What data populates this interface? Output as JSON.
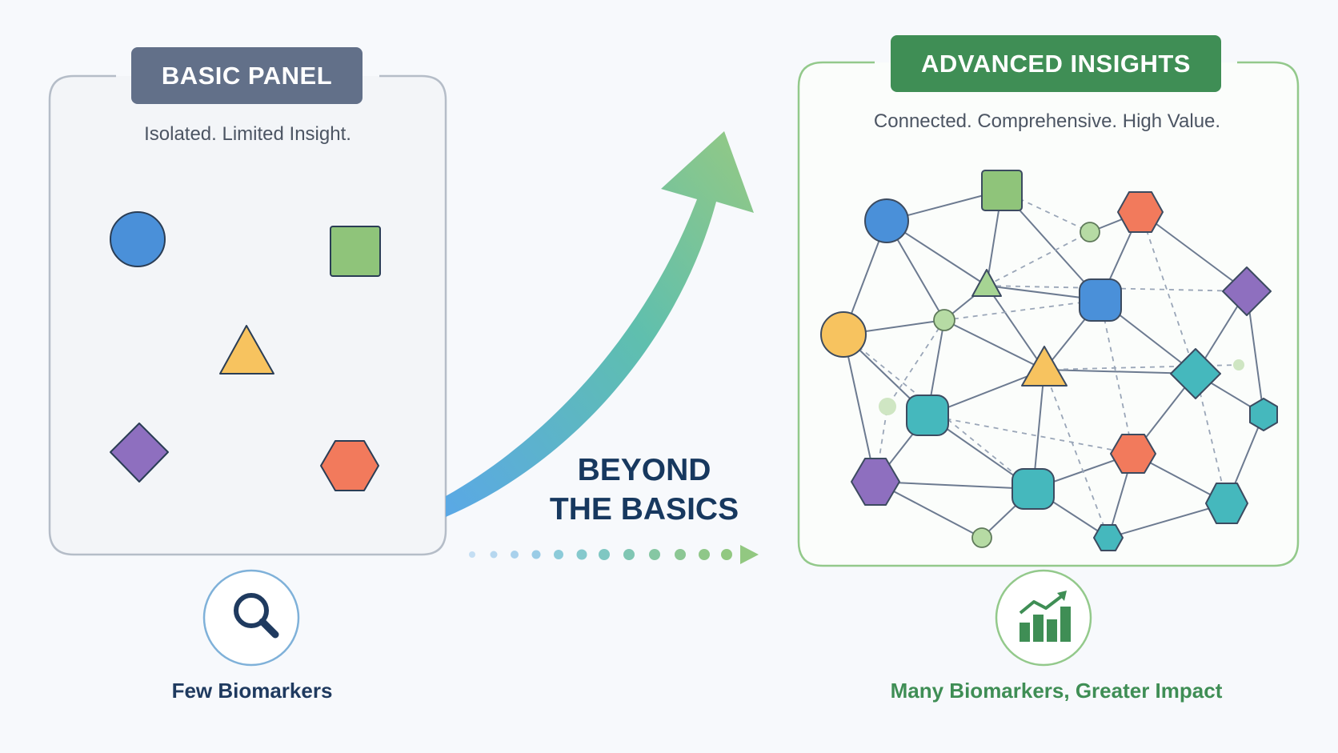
{
  "left_panel": {
    "title": "BASIC PANEL",
    "subtitle": "Isolated. Limited Insight.",
    "footer": "Few Biomarkers",
    "footer_icon": "magnifier-icon"
  },
  "right_panel": {
    "title": "ADVANCED INSIGHTS",
    "subtitle": "Connected. Comprehensive. High Value.",
    "footer": "Many Biomarkers, Greater Impact",
    "footer_icon": "growth-chart-icon"
  },
  "transition": {
    "line1": "BEYOND",
    "line2": "THE BASICS"
  },
  "colors": {
    "blue": "#4a90d9",
    "green": "#8fc47a",
    "yellow": "#f7c35f",
    "purple": "#8e6fbf",
    "orange": "#f27a5c",
    "teal": "#45b8bd",
    "basic_badge": "#627089",
    "advanced_badge": "#3f8e55",
    "arrow_start": "#5aa8e6",
    "arrow_end": "#95c983"
  }
}
